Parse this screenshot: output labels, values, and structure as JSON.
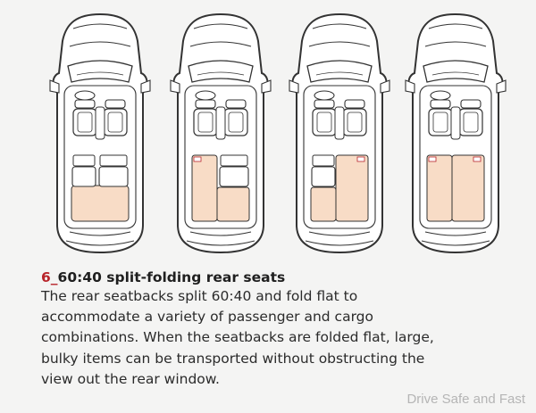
{
  "section": {
    "number": "6",
    "separator": "_",
    "title": "60:40 split-folding rear seats",
    "lines": [
      "The rear seatbacks split 60:40 and fold flat to",
      "accommodate a variety of passenger and cargo",
      "combinations. When the seatbacks are folded flat, large,",
      "bulky items can be transported without obstructing the",
      "view out the rear window."
    ]
  },
  "diagram": {
    "configurations": [
      "both-up",
      "left-folded",
      "right-folded",
      "both-folded"
    ],
    "cargo_color": "#f8dcc6",
    "line_color": "#333333",
    "accent_color": "#b8242a"
  },
  "watermark": "Drive Safe and Fast"
}
